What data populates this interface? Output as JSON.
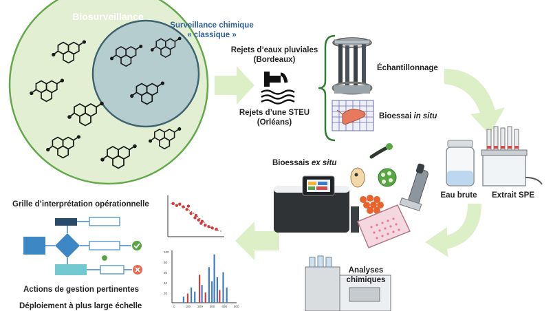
{
  "labels": {
    "biosurveillance": "Biosurveillance",
    "chem_line1": "Surveillance chimique",
    "chem_line2": "« classique »",
    "pluvial_line1": "Rejets d’eaux pluviales",
    "pluvial_line2": "(Bordeaux)",
    "steu_line1": "Rejets d’une STEU",
    "steu_line2": "(Orléans)",
    "sampling": "Échantillonnage",
    "bioassay_insitu_prefix": "Bioessai ",
    "bioassay_insitu_em": "in situ",
    "bioassay_exsitu_prefix": "Bioessais ",
    "bioassay_exsitu_em": "ex situ",
    "raw_water": "Eau brute",
    "spe_extract": "Extrait SPE",
    "analyses_line1": "Analyses",
    "analyses_line2": "chimiques",
    "grid_title": "Grille d’interprétation opérationnelle",
    "actions": "Actions de gestion pertinentes",
    "deployment": "Déploiement à plus large échelle"
  },
  "colors": {
    "bio_circle_fill": "#e2efd3",
    "bio_circle_stroke": "#63a94a",
    "chem_circle_fill": "#b5cdcf",
    "chem_circle_stroke": "#3f6470",
    "arrow_fill": "#dcefc6",
    "label_green": "#ffffff",
    "label_blue": "#2f5f99",
    "flow_dark": "#294b6b",
    "flow_mid": "#3d87c4",
    "flow_teal": "#74c8d0",
    "ok_green": "#5aa646",
    "stop_red": "#e46b55"
  },
  "icons": [
    "molecule-icon",
    "discharge-pipe-icon",
    "sampler-icon",
    "shrimp-icon",
    "jar-icon",
    "spe-rack-icon",
    "analyzer-icon",
    "pipette-icon",
    "microplate-icon",
    "check-icon",
    "cross-icon"
  ],
  "mini_charts": {
    "scatter_points": [
      [
        0.05,
        0.12
      ],
      [
        0.12,
        0.18
      ],
      [
        0.18,
        0.14
      ],
      [
        0.25,
        0.22
      ],
      [
        0.32,
        0.3
      ],
      [
        0.4,
        0.42
      ],
      [
        0.48,
        0.55
      ],
      [
        0.55,
        0.62
      ],
      [
        0.6,
        0.72
      ],
      [
        0.68,
        0.78
      ],
      [
        0.75,
        0.82
      ],
      [
        0.82,
        0.86
      ],
      [
        0.9,
        0.9
      ],
      [
        0.35,
        0.2
      ],
      [
        0.5,
        0.48
      ],
      [
        0.62,
        0.66
      ]
    ],
    "chromatogram_ticks": [
      "0",
      "100",
      "200",
      "300",
      "400",
      "500"
    ],
    "chromatogram_y_ticks": [
      "100",
      "80",
      "60",
      "40",
      "20"
    ],
    "peaks": [
      {
        "x": 0.22,
        "h": 0.18,
        "c": "#d23b3b"
      },
      {
        "x": 0.28,
        "h": 0.3,
        "c": "#3d7cc9"
      },
      {
        "x": 0.34,
        "h": 0.22,
        "c": "#3d7cc9"
      },
      {
        "x": 0.42,
        "h": 0.55,
        "c": "#d23b3b"
      },
      {
        "x": 0.46,
        "h": 0.35,
        "c": "#3d7cc9"
      },
      {
        "x": 0.52,
        "h": 0.2,
        "c": "#d23b3b"
      },
      {
        "x": 0.58,
        "h": 0.7,
        "c": "#3d7cc9"
      },
      {
        "x": 0.63,
        "h": 0.42,
        "c": "#3d7cc9"
      },
      {
        "x": 0.67,
        "h": 0.95,
        "c": "#3d7cc9"
      },
      {
        "x": 0.72,
        "h": 0.5,
        "c": "#3d7cc9"
      },
      {
        "x": 0.76,
        "h": 0.25,
        "c": "#d23b3b"
      },
      {
        "x": 0.82,
        "h": 0.6,
        "c": "#3d7cc9"
      },
      {
        "x": 0.88,
        "h": 0.3,
        "c": "#3d7cc9"
      },
      {
        "x": 0.15,
        "h": 0.12,
        "c": "#3d7cc9"
      }
    ]
  }
}
